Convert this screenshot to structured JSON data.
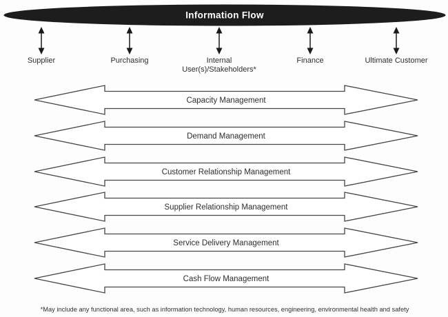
{
  "title": "Information Flow",
  "columns": [
    {
      "lines": [
        "Supplier",
        ""
      ]
    },
    {
      "lines": [
        "Purchasing",
        ""
      ]
    },
    {
      "lines": [
        "Internal",
        "User(s)/Stakeholders*"
      ]
    },
    {
      "lines": [
        "Finance",
        ""
      ]
    },
    {
      "lines": [
        "Ultimate Customer",
        ""
      ]
    }
  ],
  "rows": [
    {
      "label": "Capacity Management"
    },
    {
      "label": "Demand Management"
    },
    {
      "label": "Customer Relationship Management"
    },
    {
      "label": "Supplier Relationship Management"
    },
    {
      "label": "Service Delivery Management"
    },
    {
      "label": "Cash Flow Management"
    }
  ],
  "footnote": "*May include any functional area, such as information technology, human resources, engineering, environmental health and safety",
  "colors": {
    "background": "#fdfdfd",
    "ellipse_fill": "#1d1d1d",
    "outline_stroke": "#454545",
    "vertical_arrow": "#1a1a1a",
    "text": "#2e2e2e",
    "title_text": "#ffffff"
  }
}
